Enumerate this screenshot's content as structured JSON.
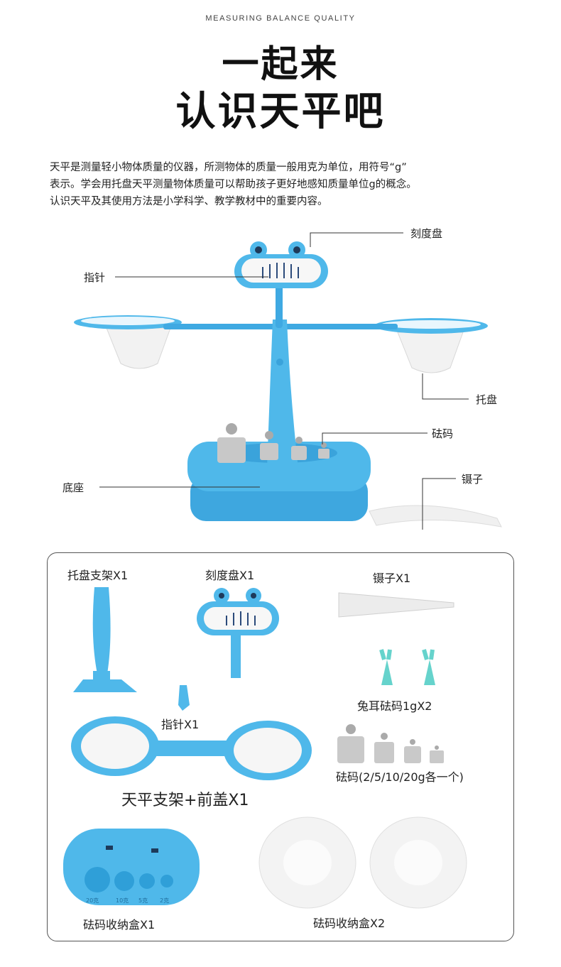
{
  "header": {
    "eyebrow": "MEASURING BALANCE QUALITY",
    "title_line1": "一起来",
    "title_line2": "认识天平吧"
  },
  "intro": {
    "lines": [
      "天平是测量轻小物体质量的仪器，所测物体的质量一般用克为单位，用符号“g”",
      "表示。学会用托盘天平测量物体质量可以帮助孩子更好地感知质量单位g的概念。",
      "认识天平及其使用方法是小学科学、教学教材中的重要内容。"
    ]
  },
  "callouts": {
    "dial": "刻度盘",
    "pointer": "指针",
    "tray": "托盘",
    "weights": "砝码",
    "base": "底座",
    "tweezers": "镊子"
  },
  "parts": {
    "tray_stand": "托盘支架X1",
    "dial": "刻度盘X1",
    "tweezers": "镊子X1",
    "pointer": "指针X1",
    "rabbit_weights": "兔耳砝码1gX2",
    "balance_frame": "天平支架+前盖X1",
    "weights": "砝码(2/5/10/20g各一个)",
    "weight_box": "砝码收纳盒X1",
    "weight_box_2": "砝码收纳盒X2"
  },
  "box_marks": [
    "20克",
    "10克",
    "5克",
    "2克"
  ],
  "colors": {
    "body_blue": "#4fb8ea",
    "dark_blue": "#2f9fd8",
    "tray_white": "#f4f4f4"
  }
}
